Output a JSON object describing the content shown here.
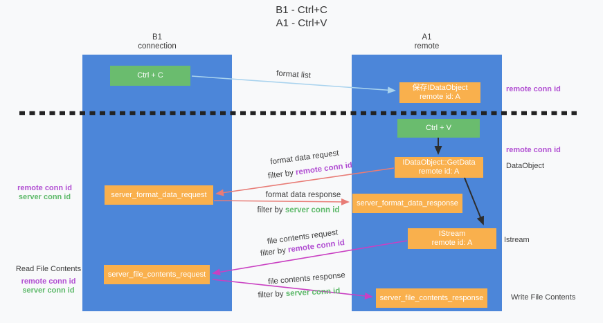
{
  "title": {
    "line1": "B1 - Ctrl+C",
    "line2": "A1 - Ctrl+V"
  },
  "lifelines": {
    "left": {
      "title": "B1",
      "subtitle": "connection"
    },
    "right": {
      "title": "A1",
      "subtitle": "remote"
    }
  },
  "nodes": {
    "ctrl_c": {
      "label": "Ctrl + C"
    },
    "ctrl_v": {
      "label": "Ctrl + V"
    },
    "save_dataobject": {
      "line1": "保存IDataObject",
      "line2": "remote id: A"
    },
    "getdata": {
      "line1": "IDataObject::GetData",
      "line2": "remote id: A"
    },
    "istream": {
      "line1": "IStream",
      "line2": "remote id: A"
    },
    "format_request": {
      "label": "server_format_data_request"
    },
    "format_response": {
      "label": "server_format_data_response"
    },
    "file_request": {
      "label": "server_file_contents_request"
    },
    "file_response": {
      "label": "server_file_contents_response"
    }
  },
  "edges": {
    "format_list": {
      "label": "format list"
    },
    "format_data_request": {
      "label": "format data request",
      "filter_prefix": "filter by ",
      "filter_key": "remote conn id"
    },
    "format_data_response": {
      "label": "format data response",
      "filter_prefix": "filter by ",
      "filter_key": "server conn id"
    },
    "file_contents_request": {
      "label": "file contents request",
      "filter_prefix": "filter by ",
      "filter_key": "remote conn id"
    },
    "file_contents_response": {
      "label": "file contents response",
      "filter_prefix": "filter by ",
      "filter_key": "server conn id"
    }
  },
  "annotations": {
    "right_remote_conn_top": "remote conn id",
    "right_remote_conn_mid": "remote conn id",
    "right_dataobject": "DataObject",
    "right_istream": "Istream",
    "right_write_file": "Write File Contents",
    "left_remote_conn_mid": "remote conn id",
    "left_server_conn_mid": "server conn id",
    "left_read_file": "Read File Contents",
    "left_remote_conn_bottom": "remote conn id",
    "left_server_conn_bottom": "server conn id"
  },
  "colors": {
    "lifeline_blue": "#4c86d9",
    "node_green": "#6abc6e",
    "node_orange": "#f9b04d",
    "arrow_red": "#e87c76",
    "arrow_magenta": "#c940c2",
    "arrow_lightblue": "#a9d3ee",
    "arrow_black": "#2d2d2d",
    "text_purple": "#b14fd2",
    "text_green": "#5eb96a",
    "text_dark": "#3c3c3c"
  }
}
